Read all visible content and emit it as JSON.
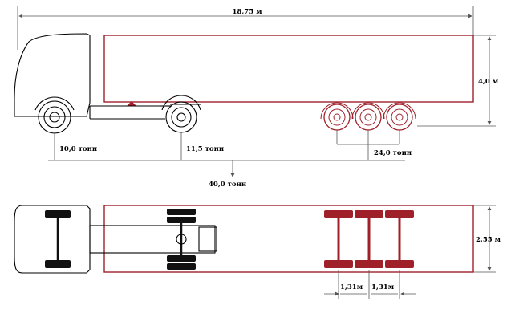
{
  "dimensions": {
    "overall_length": "18,75 м",
    "trailer_height": "4,0 м",
    "width": "2,55 м",
    "axle_spacing_1": "1,31м",
    "axle_spacing_2": "1,31м"
  },
  "loads": {
    "front_axle": "10,0 тонн",
    "drive_axle": "11,5 тонн",
    "trailer_axles": "24,0 тонн",
    "total": "40,0 тонн"
  },
  "colors": {
    "outline": "#000000",
    "trailer": "#a0202a",
    "tyre": "#111111"
  }
}
